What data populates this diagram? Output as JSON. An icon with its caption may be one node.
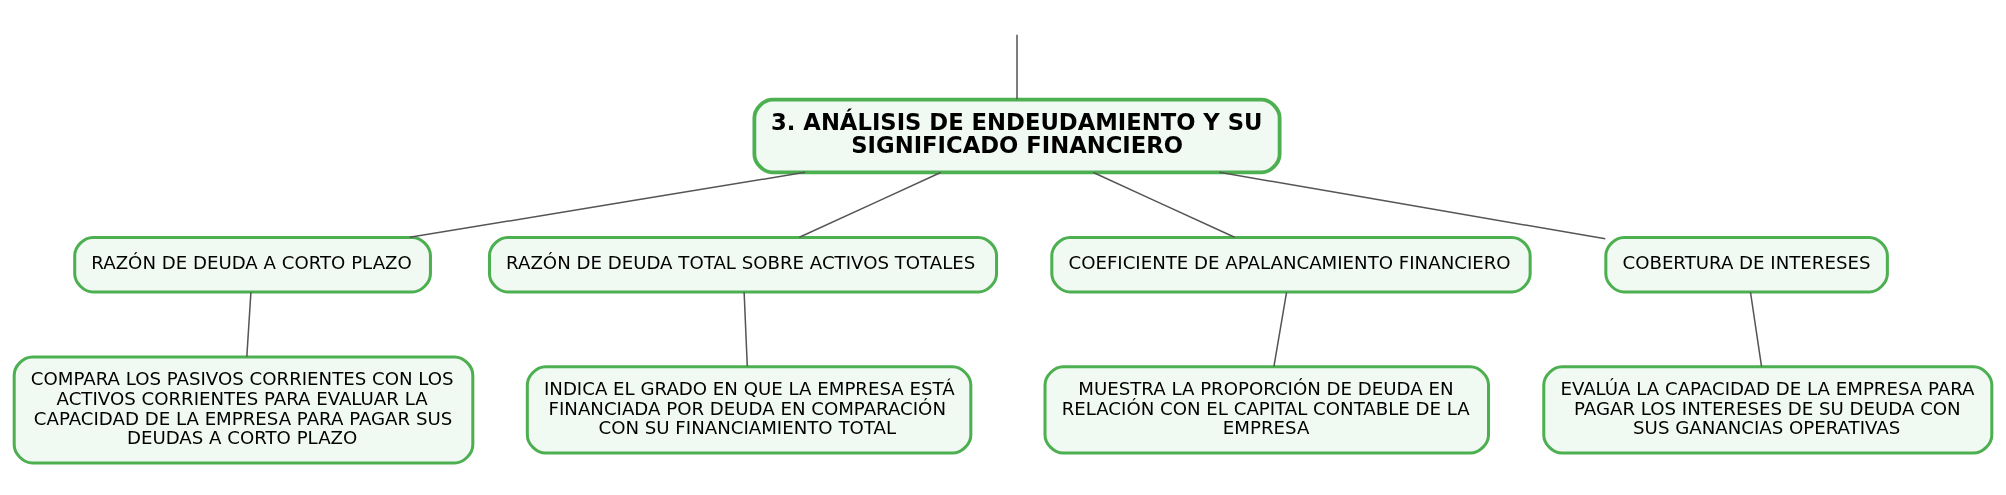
{
  "diagram": {
    "nodes": [
      {
        "text": [
          "3. ANÁLISIS DE ENDEUDAMIENTO Y SU SIGNIFICADO FINANCIERO"
        ]
      },
      {
        "text": [
          "RAZÓN DE DEUDA A CORTO PLAZO"
        ]
      },
      {
        "text": [
          "RAZÓN DE DEUDA TOTAL SOBRE ACTIVOS TOTALES"
        ]
      },
      {
        "text": [
          "COEFICIENTE DE APALANCAMIENTO FINANCIERO"
        ]
      },
      {
        "text": [
          "COBERTURA DE INTERESES"
        ]
      },
      {
        "text": [
          "COMPARA LOS PASIVOS CORRIENTES CON LOS ACTIVOS CORRIENTES PARA EVALUAR LA CAPACIDAD DE LA EMPRESA PARA PAGAR SUS DEUDAS A CORTO PLAZO"
        ]
      },
      {
        "text": [
          "INDICA EL GRADO EN QUE LA EMPRESA ESTÁ FINANCIADA POR DEUDA EN COMPARACIÓN CON SU FINANCIAMIENTO TOTAL"
        ]
      },
      {
        "text": [
          "MUESTRA LA PROPORCIÓN DE DEUDA EN RELACIÓN CON EL CAPITAL CONTABLE DE LA EMPRESA"
        ]
      },
      {
        "text": [
          "EVALÚA LA CAPACIDAD DE LA EMPRESA PARA PAGAR LOS INTERESES DE SU DEUDA CON SUS GANANCIAS OPERATIVAS"
        ]
      }
    ],
    "edges": [
      {
        "from": null,
        "to": 0,
        "arrow": "none"
      },
      {
        "from": 0,
        "to": 1,
        "arrow": "none"
      },
      {
        "from": 0,
        "to": 2,
        "arrow": "none"
      },
      {
        "from": 0,
        "to": 3,
        "arrow": "none"
      },
      {
        "from": 0,
        "to": 4,
        "arrow": "none"
      },
      {
        "from": 1,
        "to": 5,
        "arrow": "none"
      },
      {
        "from": 2,
        "to": 6,
        "arrow": "none"
      },
      {
        "from": 3,
        "to": 7,
        "arrow": "none"
      },
      {
        "from": 4,
        "to": 8,
        "arrow": "none"
      }
    ]
  }
}
